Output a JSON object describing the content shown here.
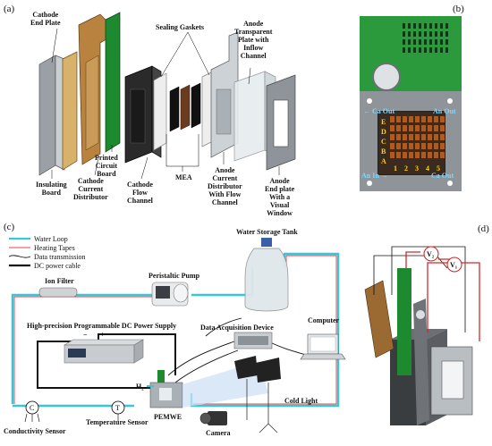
{
  "panels": {
    "a": "(a)",
    "b": "(b)",
    "c": "(c)",
    "d": "(d)"
  },
  "panel_a": {
    "cathode_end_plate": [
      "Cathode",
      "End Plate"
    ],
    "sealing_gaskets": "Sealing Gaskets",
    "anode_transparent_plate": [
      "Anode",
      "Transparent",
      "Plate with",
      "Inflow",
      "Channel"
    ],
    "insulating_board": [
      "Insulating",
      "Board"
    ],
    "printed_circuit_board": [
      "Printed",
      "Circuit",
      "Board"
    ],
    "cathode_current_distributor": [
      "Cathode",
      "Current",
      "Distributor"
    ],
    "cathode_flow_channel": [
      "Cathode",
      "Flow",
      "Channel"
    ],
    "mea": "MEA",
    "anode_current_distributor": [
      "Anode",
      "Current",
      "Distributor",
      "With Flow",
      "Channel"
    ],
    "anode_end_plate": [
      "Anode",
      "End plate",
      "With a",
      "Visual",
      "Window"
    ]
  },
  "panel_b": {
    "ca_out_left": "Ca Out",
    "an_out_right": "An Out",
    "an_in": "An In",
    "ca_out_right": "Ca Out",
    "rows": [
      "E",
      "D",
      "C",
      "B",
      "A"
    ],
    "cols": [
      "1",
      "2",
      "3",
      "4",
      "5"
    ]
  },
  "panel_c": {
    "legend": [
      {
        "label": "Water Loop",
        "color": "#35c8d8"
      },
      {
        "label": "Heating Tapes",
        "color": "#e8404a"
      },
      {
        "label": "Data transmission",
        "color": "#111111"
      },
      {
        "label": "DC power cable",
        "color": "#111111"
      }
    ],
    "water_storage_tank": "Water Storage Tank",
    "peristaltic_pump": "Peristaltic Pump",
    "ion_filter": "Ion Filter",
    "power_supply": "High-precision Programmable DC Power Supply",
    "minus": "−",
    "plus": "+",
    "data_acquisition": "Data Acquisition Device",
    "computer": "Computer",
    "h2": "H₂",
    "cold_light": "Cold Light",
    "pemwe": "PEMWE",
    "camera": "Camera",
    "conductivity_sensor": "Conductivity Sensor",
    "temperature_sensor": "Temperature Sensor",
    "c_symbol": "C",
    "t_symbol": "T"
  },
  "panel_d": {
    "v1": "V₁",
    "v2": "V₂"
  }
}
